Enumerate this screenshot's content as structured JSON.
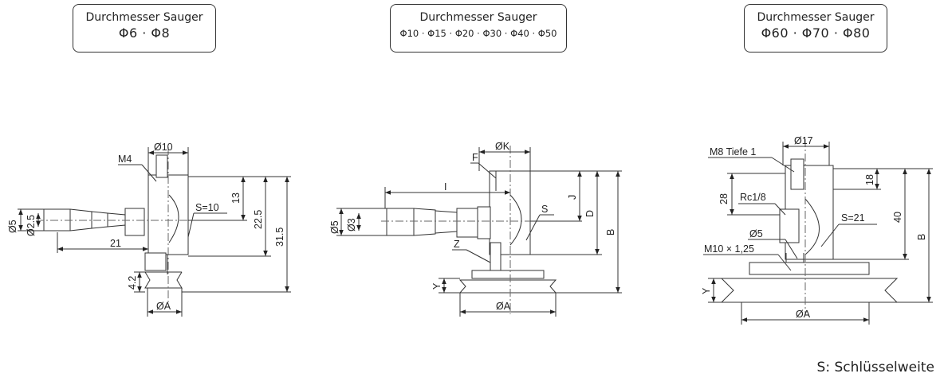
{
  "headers": [
    {
      "title": "Durchmesser Sauger",
      "diameters": "Φ6 · Φ8"
    },
    {
      "title": "Durchmesser Sauger",
      "diameters": "Φ10 · Φ15 · Φ20 · Φ30 · Φ40 · Φ50"
    },
    {
      "title": "Durchmesser Sauger",
      "diameters": "Φ60 · Φ70 · Φ80"
    }
  ],
  "drawing1": {
    "top_dia": "Ø10",
    "thread": "M4",
    "outer_dia": "Ø5",
    "inner_dia": "Ø2.5",
    "hose_length": "21",
    "wrench": "S=10",
    "dim_top": "13",
    "dim_mid": "22.5",
    "dim_total": "31.5",
    "cup_height": "4.2",
    "cup_dia": "ØA"
  },
  "drawing2": {
    "top_dia": "ØK",
    "label_f": "F",
    "dim_i": "I",
    "outer_dia": "Ø5",
    "inner_dia": "Ø3",
    "wrench": "S",
    "label_z": "Z",
    "dim_j": "J",
    "dim_d": "D",
    "dim_b": "B",
    "dim_y": "Y",
    "cup_dia": "ØA"
  },
  "drawing3": {
    "top_dia": "Ø17",
    "thread_top": "M8 Tiefe  1",
    "dim_28": "28",
    "port": "Rc1/8",
    "dim_18": "18",
    "dim_40": "40",
    "wrench": "S=21",
    "small_dia": "Ø5",
    "thread_bottom": "M10 × 1,25",
    "dim_b": "B",
    "dim_y": "Y",
    "cup_dia": "ØA"
  },
  "legend": "S: Schlüsselweite"
}
